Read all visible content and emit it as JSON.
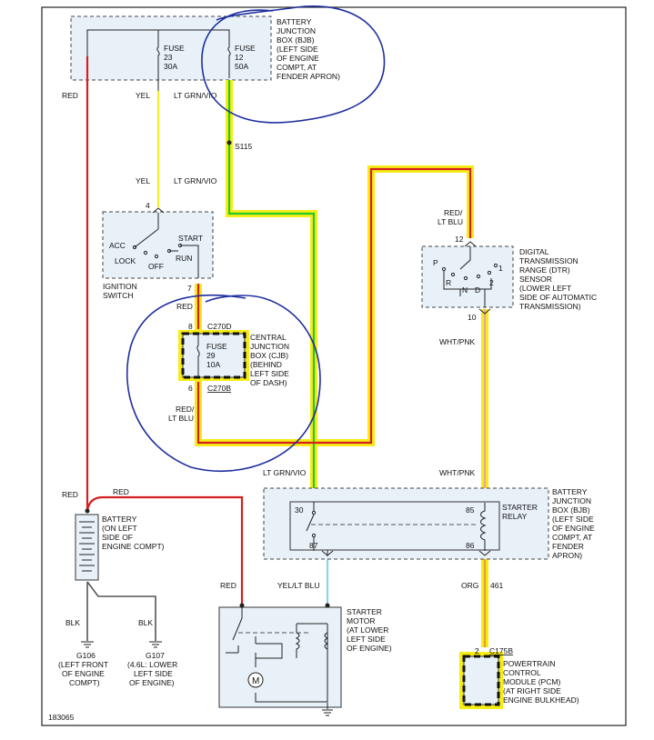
{
  "diagram_id": "183065",
  "bjb_top": {
    "label": [
      "BATTERY",
      "JUNCTION",
      "BOX (BJB)",
      "(LEFT SIDE",
      "OF ENGINE",
      "COMPT, AT",
      "FENDER APRON)"
    ],
    "fuse23": [
      "FUSE",
      "23",
      "30A"
    ],
    "fuse12": [
      "FUSE",
      "12",
      "50A"
    ]
  },
  "wires": {
    "red_left": "RED",
    "yel_top": "YEL",
    "ltgrnvio_top": "LT GRN/VIO",
    "s115": "S115",
    "yel_mid": "YEL",
    "ltgrnvio_mid": "LT GRN/VIO",
    "red_ign": "RED",
    "red_ltblu_cjb": [
      "RED/",
      "LT BLU"
    ],
    "red_ltblu_dtr": [
      "RED/",
      "LT BLU"
    ],
    "ltgrnvio_relay": "LT GRN/VIO",
    "whtpnk_top": "WHT/PNK",
    "whtpnk_relay": "WHT/PNK",
    "red_bat": "RED",
    "red_bat2": "RED",
    "red_starter": "RED",
    "yel_ltblu": "YEL/LT BLU",
    "org": "ORG",
    "org_circuit": "461",
    "blk1": "BLK",
    "blk2": "BLK"
  },
  "ignition": {
    "pin_in": "4",
    "pin_out": "7",
    "positions": [
      "ACC",
      "LOCK",
      "OFF",
      "START",
      "RUN"
    ],
    "label": [
      "IGNITION",
      "SWITCH"
    ]
  },
  "cjb": {
    "pin_top": "8",
    "conn_top": "C270D",
    "pin_bottom": "6",
    "conn_bottom": "C270B",
    "fuse": [
      "FUSE",
      "29",
      "10A"
    ],
    "label": [
      "CENTRAL",
      "JUNCTION",
      "BOX (CJB)",
      "(BEHIND",
      "LEFT SIDE",
      "OF DASH)"
    ]
  },
  "dtr": {
    "pin_in": "12",
    "pin_out": "10",
    "positions": [
      "P",
      "R",
      "N",
      "D",
      "2",
      "1"
    ],
    "label": [
      "DIGITAL",
      "TRANSMISSION",
      "RANGE (DTR)",
      "SENSOR",
      "(LOWER LEFT",
      "SIDE OF AUTOMATIC",
      "TRANSMISSION)"
    ]
  },
  "relay": {
    "pins": [
      "30",
      "87",
      "85",
      "86"
    ],
    "name": [
      "STARTER",
      "RELAY"
    ],
    "bjb_label": [
      "BATTERY",
      "JUNCTION",
      "BOX (BJB)",
      "(LEFT SIDE",
      "OF ENGINE",
      "COMPT, AT",
      "FENDER",
      "APRON)"
    ]
  },
  "battery": {
    "label": [
      "BATTERY",
      "(ON LEFT",
      "SIDE OF",
      "ENGINE COMPT)"
    ]
  },
  "grounds": {
    "g106": [
      "G106",
      "(LEFT FRONT",
      "OF ENGINE",
      "COMPT)"
    ],
    "g107": [
      "G107",
      "(4.6L: LOWER",
      "LEFT SIDE",
      "OF ENGINE)"
    ]
  },
  "starter_motor": {
    "label": [
      "STARTER",
      "MOTOR",
      "(AT LOWER",
      "LEFT SIDE",
      "OF ENGINE)"
    ],
    "symbol": "M"
  },
  "pcm": {
    "pin": "2",
    "conn": "C175B",
    "label": [
      "POWERTRAIN",
      "CONTROL",
      "MODULE (PCM)",
      "(AT RIGHT SIDE",
      "ENGINE BULKHEAD)"
    ]
  }
}
